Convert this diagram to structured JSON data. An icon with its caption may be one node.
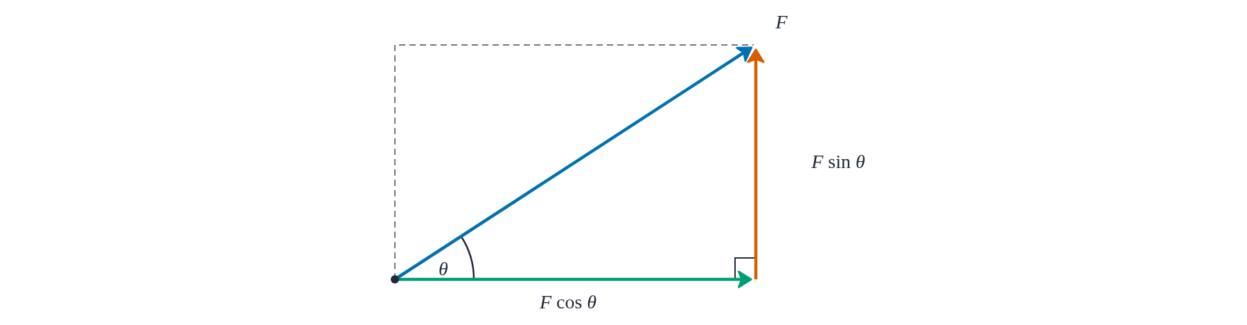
{
  "diagram": {
    "labels": [
      "F",
      "*F* sin *θ*",
      "θ",
      "*F* cos *θ*"
    ]
  }
}
